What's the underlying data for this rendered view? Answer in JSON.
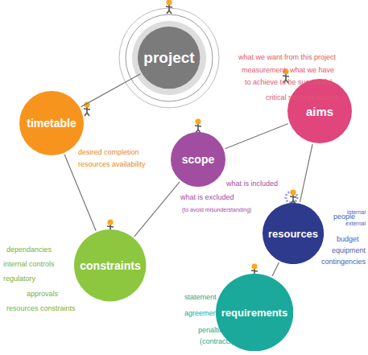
{
  "diagram": {
    "nodes": [
      {
        "text": [
          "project"
        ]
      },
      {
        "text": [
          "timetable"
        ]
      },
      {
        "text": [
          "constraints"
        ]
      },
      {
        "text": [
          "scope"
        ]
      },
      {
        "text": [
          "aims"
        ]
      },
      {
        "text": [
          "resources"
        ]
      },
      {
        "text": [
          "requirements"
        ]
      }
    ],
    "edges": [
      {
        "from": 0,
        "to": 1,
        "arrow": "none"
      },
      {
        "from": 1,
        "to": 2,
        "arrow": "none"
      },
      {
        "from": 2,
        "to": 3,
        "arrow": "none"
      },
      {
        "from": 3,
        "to": 4,
        "arrow": "none"
      },
      {
        "from": 4,
        "to": 5,
        "arrow": "none"
      },
      {
        "from": 5,
        "to": 6,
        "arrow": "none"
      }
    ],
    "labels": [
      "desired completion",
      "resources availability",
      "what is included",
      "what is excluded",
      "(to avoid misunderstanding)",
      "what we want from this project",
      "measurement: what we have",
      "to achieve to be successful",
      "critical success factors",
      "people",
      "internal",
      "external",
      "budget",
      "equipment",
      "contingencies",
      "dependancies",
      "internal controls",
      "regulatory",
      "approvals",
      "resources constraints",
      "statement",
      "agreement",
      "penalties",
      "(contracts)"
    ]
  }
}
